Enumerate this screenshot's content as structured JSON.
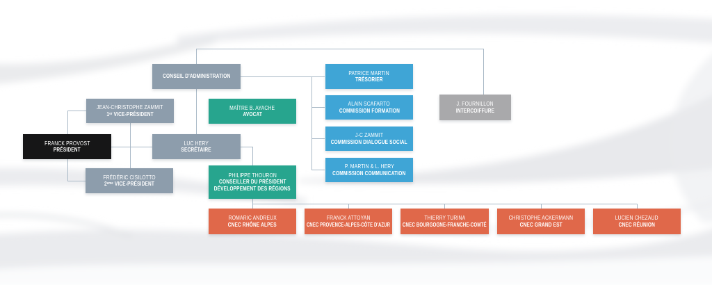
{
  "palette": {
    "steel": "#8d9dac",
    "gray": "#a9a9ab",
    "blue": "#3fa5d6",
    "teal": "#27a58e",
    "orange": "#e0684a",
    "black": "#161617",
    "line": "#a8b8c6"
  },
  "nodes": {
    "conseil": {
      "role": "CONSEIL D'ADMINISTRATION"
    },
    "patrice": {
      "name": "PATRICE MARTIN",
      "role": "TRÉSORIER"
    },
    "zammit1": {
      "name": "JEAN-CHRISTOPHE ZAMMIT",
      "role": "1ᵉʳ VICE-PRÉSIDENT"
    },
    "ayache": {
      "name": "MAÎTRE B. AYACHE",
      "role": "AVOCAT"
    },
    "scafarto": {
      "name": "ALAIN SCAFARTO",
      "role": "COMMISSION FORMATION"
    },
    "fournillon": {
      "name": "J. FOURNILLON",
      "role": "INTERCOIFFURE"
    },
    "provost": {
      "name": "FRANCK PROVOST",
      "role": "PRÉSIDENT"
    },
    "hery": {
      "name": "LUC HERY",
      "role": "SECRÉTAIRE"
    },
    "zammit2": {
      "name": "J-C ZAMMIT",
      "role": "COMMISSION DIALOGUE SOCIAL"
    },
    "cisilotto": {
      "name": "FRÉDÉRIC CISILOTTO",
      "role": "2ᵉᵐᵉ VICE-PRÉSIDENT"
    },
    "pmartin": {
      "name": "P. MARTIN & L. HERY",
      "role": "COMMISSION COMMUNICATION"
    },
    "thouron": {
      "name": "PHILIPPE THOURON",
      "role": "CONSEILLER DU PRÉSIDENT",
      "role2": "DÉVELOPPEMENT DES RÉGIONS"
    },
    "romaric": {
      "name": "ROMARIC ANDREUX",
      "role": "CNEC RHÔNE ALPES"
    },
    "attoyan": {
      "name": "FRANCK ATTOYAN",
      "role": "CNEC PROVENCE-ALPES-CÔTE D'AZUR"
    },
    "turina": {
      "name": "THIERRY TURINA",
      "role": "CNEC BOURGOGNE-FRANCHE-COMTÉ"
    },
    "ackermann": {
      "name": "CHRISTOPHE ACKERMANN",
      "role": "CNEC GRAND EST"
    },
    "chezaud": {
      "name": "LUCIEN CHEZAUD",
      "role": "CNEC RÉUNION"
    }
  }
}
